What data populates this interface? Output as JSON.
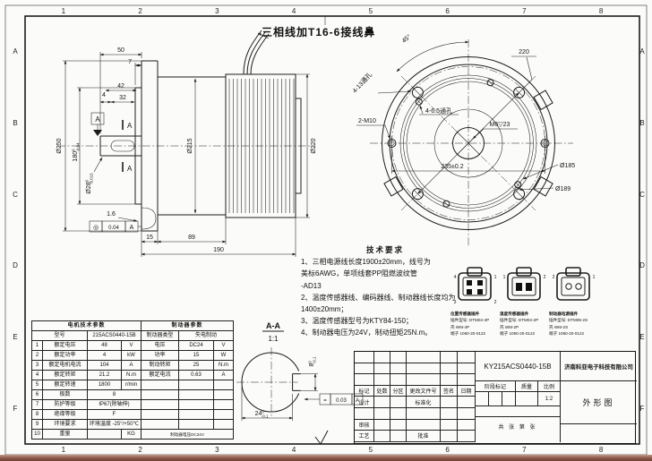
{
  "frame": {
    "cols": [
      "1",
      "2",
      "3",
      "4",
      "5",
      "6",
      "7",
      "8"
    ],
    "rows": [
      "A",
      "B",
      "C",
      "D",
      "E",
      "F"
    ]
  },
  "top_label": "三相线加T16-6接线鼻",
  "side_view": {
    "dims": {
      "d50": "50",
      "d7": "7",
      "d42": "42",
      "d32": "32",
      "d4": "4",
      "d250": "Ø250",
      "d180": "180",
      "d180_t": "0",
      "d180_b": "-0.04",
      "d28": "Ø28",
      "d28_t": "0",
      "d28_b": "-0.013",
      "d215": "Ø215",
      "d220": "Ø220",
      "d16": "1.6",
      "d15": "15",
      "d89": "89",
      "d190": "190"
    },
    "tol_sym": "◎",
    "tol_val": "0.04",
    "tol_ref": "A",
    "datum": "A",
    "section": "A"
  },
  "front_view": {
    "dims": {
      "a45": "45°",
      "d220": "220",
      "h13": "4-13通孔",
      "h65": "4-6.5通孔",
      "m10": "2-M10",
      "m6": "M6▽23",
      "d235": "235±0.2",
      "d185": "Ø185",
      "d189": "Ø189"
    }
  },
  "section_view": {
    "title": "A-A",
    "scale": "1:1",
    "d24": "24",
    "d24_t": "0",
    "d24_b": "-0.1",
    "d8": "8",
    "d8_t": "0",
    "d8_b": "-0.1",
    "tol_sym": "=",
    "tol_val": "0.03",
    "tol_ref": "A"
  },
  "tech_req": {
    "title": "技术要求",
    "lines": [
      "1、三相电源线长度1900±20mm，线号为",
      "美标6AWG，单项线套PP阻燃波纹管",
      "-AD13",
      "2、温度传感器线、编码器线、制动器线长度均为",
      "1400±20mm；",
      "3、温度传感器型号为KTY84-150；",
      "4、制动器电压为24V，制动扭矩25N.m。"
    ]
  },
  "connectors": [
    {
      "title": "位置传感器插件",
      "model": "插件型号: DTM04-4P",
      "shell": "壳 WM-4P",
      "terminal": "端子 1060-20-0122",
      "pins": [
        "4",
        "1",
        "3",
        "2"
      ]
    },
    {
      "title": "温度传感器插件",
      "model": "插件型号: DTM04-2P",
      "shell": "壳 WM-2P",
      "terminal": "端子 1060-20-0122",
      "pins": [
        "1",
        "2"
      ]
    },
    {
      "title": "制动器电源插件",
      "model": "插件型号: DTM06-2S",
      "shell": "壳 WM-2S",
      "terminal": "端子 1060-20-0122",
      "pins": [
        "2",
        "1"
      ]
    }
  ],
  "spec_table": {
    "header_left": "电机技术参数",
    "header_right": "制动器参数",
    "model_label": "型号",
    "model_value": "215ACS0440-15B",
    "brake_type_label": "制动器类型",
    "brake_type_value": "失电制动",
    "rows": [
      {
        "no": "1",
        "label": "额定电压",
        "value": "48",
        "unit": "V",
        "blabel": "电压",
        "bvalue": "DC24",
        "bunit": "V"
      },
      {
        "no": "2",
        "label": "额定功率",
        "value": "4",
        "unit": "kW",
        "blabel": "功率",
        "bvalue": "15",
        "bunit": "W"
      },
      {
        "no": "3",
        "label": "额定电机电流",
        "value": "104",
        "unit": "A",
        "blabel": "制动转矩",
        "bvalue": "25",
        "bunit": "N.m"
      },
      {
        "no": "4",
        "label": "额定转矩",
        "value": "21.2",
        "unit": "N.m",
        "blabel": "额定电流",
        "bvalue": "0.63",
        "bunit": "A"
      },
      {
        "no": "5",
        "label": "额定转速",
        "value": "1800",
        "unit": "r/min",
        "blabel": "",
        "bvalue": "",
        "bunit": ""
      },
      {
        "no": "6",
        "label": "极数",
        "value": "8",
        "unit": "",
        "blabel": "",
        "bvalue": "",
        "bunit": ""
      },
      {
        "no": "7",
        "label": "防护等级",
        "value": "IP67(除轴伸)",
        "unit": "",
        "blabel": "",
        "bvalue": "",
        "bunit": ""
      },
      {
        "no": "8",
        "label": "绝缘等级",
        "value": "F",
        "unit": "",
        "blabel": "",
        "bvalue": "",
        "bunit": ""
      },
      {
        "no": "9",
        "label": "环境要求",
        "value": "环境温度 -25°/+50℃",
        "unit": "",
        "blabel": "",
        "bvalue": "",
        "bunit": ""
      },
      {
        "no": "10",
        "label": "重量",
        "value": "",
        "unit": "KG",
        "note": "制动器电压DC24V"
      }
    ]
  },
  "title_block": {
    "part_no": "KY215ACS0440-15B",
    "company": "济南科亚电子科技有限公司",
    "drawing_name": "外形图",
    "rev_rows": [
      [
        "",
        "",
        "",
        "",
        "",
        ""
      ],
      [
        "",
        "",
        "",
        "",
        "",
        ""
      ],
      [
        "",
        "",
        "",
        "",
        "",
        ""
      ],
      [
        "标记",
        "处数",
        "分区",
        "更改文件号",
        "签名",
        "日期"
      ],
      [
        "设计",
        "",
        "",
        "标准化",
        "",
        ""
      ],
      [
        "",
        "",
        "",
        "",
        "",
        ""
      ],
      [
        "审核",
        "",
        "",
        "",
        "",
        ""
      ],
      [
        "工艺",
        "",
        "",
        "批准",
        "",
        ""
      ]
    ],
    "stage_label": "阶段标记",
    "weight_label": "质量",
    "scale_label": "比例",
    "scale_value": "1:2",
    "sheet_label": "共 张 第 张"
  }
}
